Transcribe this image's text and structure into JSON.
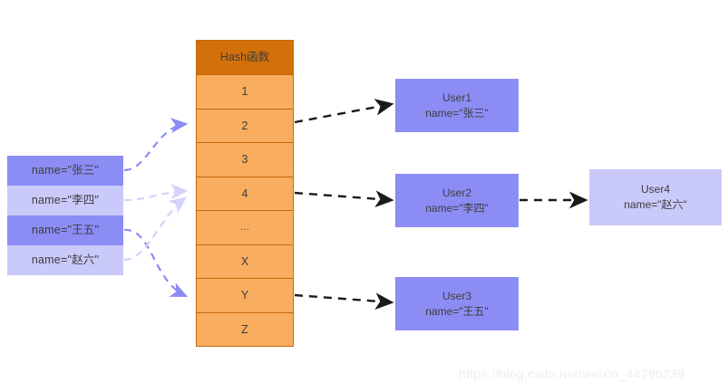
{
  "diagram": {
    "title": "Hash function mapping diagram",
    "colors": {
      "hash_header_bg": "#d2700b",
      "hash_cell_bg": "#f9ad5f",
      "hash_border": "#c4690a",
      "entity_dark": "#8c8cf5",
      "entity_light": "#c9c9fa",
      "arrow_black": "#1a1a1a",
      "arrow_purple": "#8c8cf5",
      "arrow_purple_light": "#d2d2fb",
      "text": "#3d3d3d",
      "watermark": "#ededed"
    }
  },
  "entities": {
    "items": [
      {
        "label": "name=\"张三\"",
        "shade": "dark"
      },
      {
        "label": "name=\"李四\"",
        "shade": "light"
      },
      {
        "label": "name=\"王五\"",
        "shade": "dark"
      },
      {
        "label": "name=\"赵六\"",
        "shade": "light"
      }
    ]
  },
  "hash_table": {
    "header": "Hash函数",
    "cells": [
      {
        "label": "1"
      },
      {
        "label": "2"
      },
      {
        "label": "3"
      },
      {
        "label": "4"
      },
      {
        "label": "…"
      },
      {
        "label": "X"
      },
      {
        "label": "Y"
      },
      {
        "label": "Z"
      }
    ]
  },
  "users": {
    "user1": {
      "title": "User1",
      "attr": "name=\"张三\"",
      "shade": "dark"
    },
    "user2": {
      "title": "User2",
      "attr": "name=\"李四\"",
      "shade": "dark"
    },
    "user3": {
      "title": "User3",
      "attr": "name=\"王五\"",
      "shade": "dark"
    },
    "user4": {
      "title": "User4",
      "attr": "name=\"赵六\"",
      "shade": "light"
    }
  },
  "mappings": [
    {
      "from": "name=\"张三\"",
      "to_bucket": "2",
      "to_user": "User1"
    },
    {
      "from": "name=\"李四\"",
      "to_bucket": "4",
      "to_user": "User2"
    },
    {
      "from": "name=\"王五\"",
      "to_bucket": "Y",
      "to_user": "User3"
    },
    {
      "from": "name=\"赵六\"",
      "to_bucket": "4",
      "to_user": "User4"
    }
  ],
  "watermark": {
    "text": "https://blog.csdn.net/weixin_44796239"
  }
}
